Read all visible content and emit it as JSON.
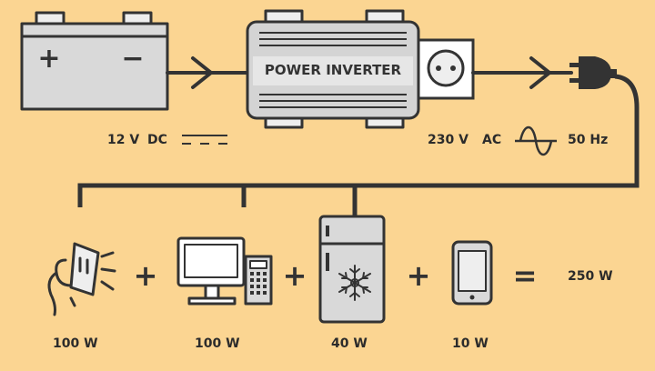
{
  "battery": {
    "plus": "+",
    "minus": "−"
  },
  "inverter": {
    "title": "POWER INVERTER"
  },
  "input": {
    "voltage": "12 V",
    "type": "DC"
  },
  "output": {
    "voltage": "230 V",
    "type": "AC",
    "frequency": "50 Hz"
  },
  "loads": [
    {
      "icon": "lamp-icon",
      "power": "100 W"
    },
    {
      "icon": "computer-icon",
      "power": "100 W"
    },
    {
      "icon": "fridge-icon",
      "power": "40 W"
    },
    {
      "icon": "phone-icon",
      "power": "10 W"
    }
  ],
  "operators": {
    "plus": "+",
    "equals": "="
  },
  "total": "250 W",
  "colors": {
    "background": "#fbd592",
    "stroke": "#333333",
    "device_fill": "#d9d9d9",
    "device_light": "#eeeeee"
  }
}
